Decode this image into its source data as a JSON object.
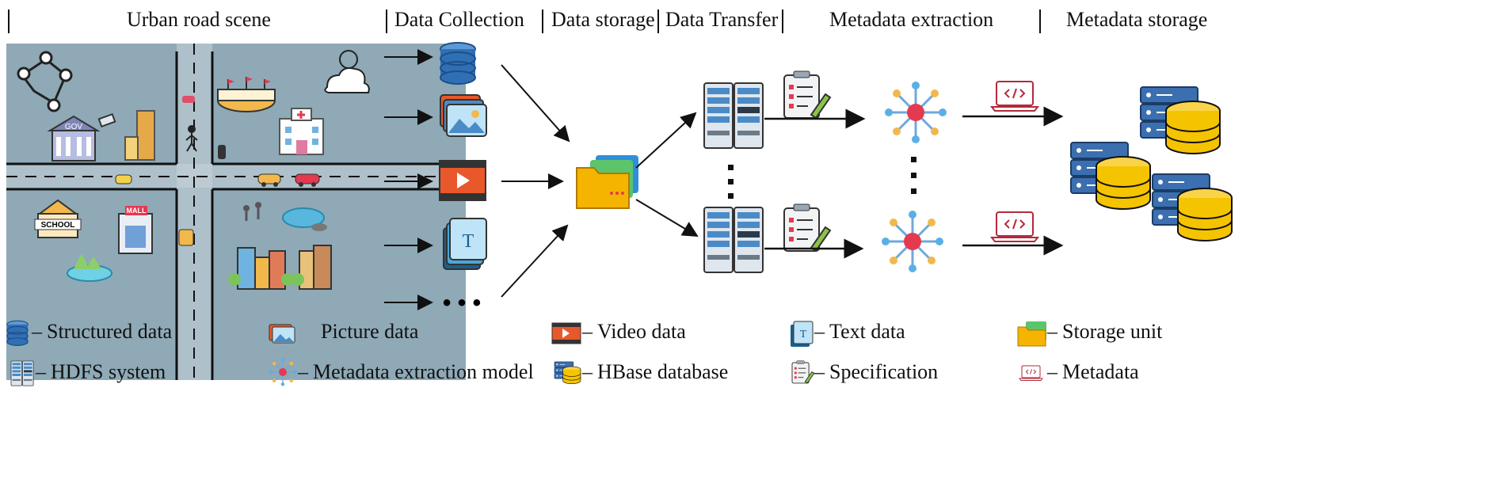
{
  "headers": {
    "urban": "Urban road scene",
    "collection": "Data Collection",
    "storage": "Data storage",
    "transfer": "Data Transfer",
    "extraction": "Metadata extraction",
    "meta_storage": "Metadata storage"
  },
  "scene_labels": {
    "gov": "GOV",
    "school": "SCHOOL",
    "mall": "MALL"
  },
  "ellipsis": "• • •",
  "legend": {
    "structured": "Structured data",
    "picture": "Picture data",
    "video": "Video data",
    "text": "Text data",
    "storage_unit": "Storage unit",
    "hdfs": "HDFS system",
    "model": "Metadata extraction model",
    "hbase": "HBase database",
    "spec": "Specification",
    "metadata": "Metadata"
  },
  "colors": {
    "scene_bg": "#8fa9b6",
    "db_blue": "#2f6fb5",
    "folder_yellow": "#f5b400",
    "video_orange": "#e8582a",
    "hub_red": "#e53950",
    "laptop_red": "#b22a3a"
  }
}
